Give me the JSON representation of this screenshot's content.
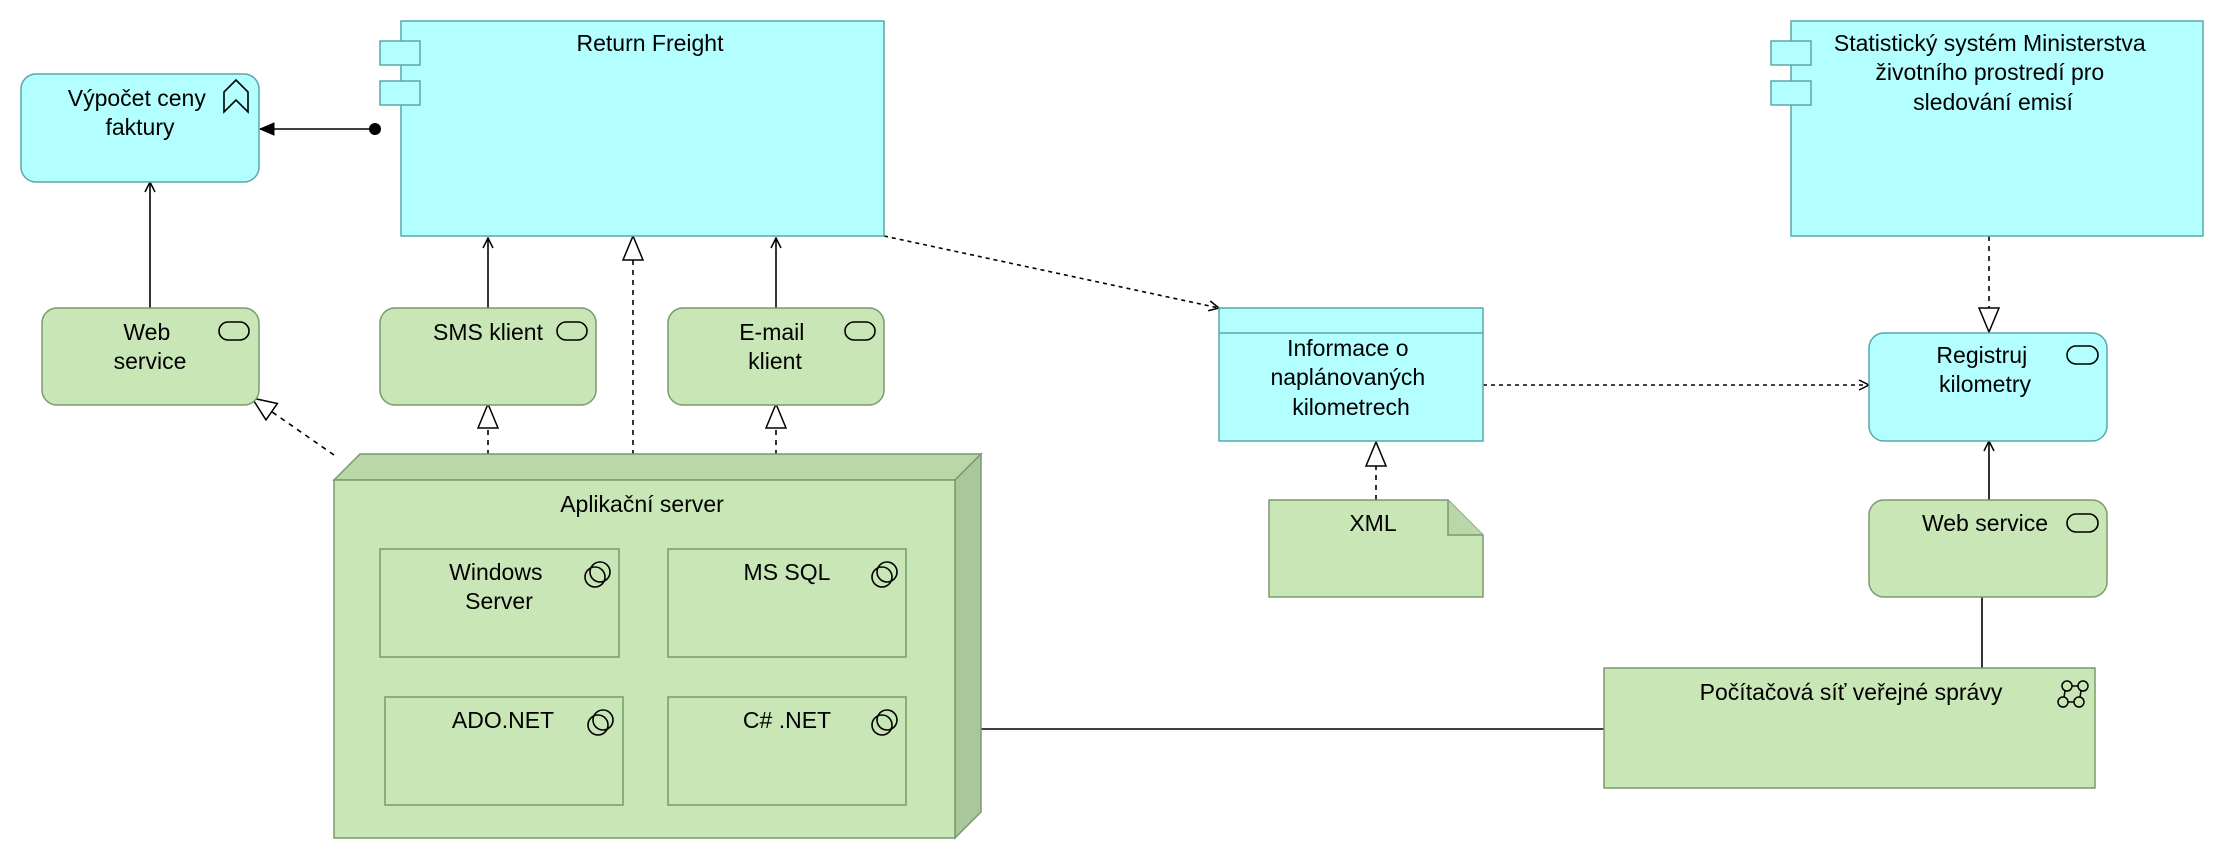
{
  "diagram": {
    "colors": {
      "application": "#b3fefe",
      "application_border": "#5ba7a7",
      "technology": "#c9e6b7",
      "technology_border": "#7a9a6b",
      "node_side": "#a9c79a",
      "node_top": "#b9d7a9",
      "line": "#000000"
    },
    "elements": {
      "invoice_service": {
        "label_lines": [
          "Výpočet ceny",
          "faktury"
        ],
        "icon": "application-function-icon"
      },
      "return_freight": {
        "label_lines": [
          "Return Freight"
        ],
        "icon": "application-component-icon"
      },
      "stat_system": {
        "label_lines": [
          "Statistický systém Ministerstva",
          "životního prostredí pro",
          "sledování emisí"
        ],
        "icon": "application-component-icon"
      },
      "web_service_left": {
        "label_lines": [
          "Web",
          "service"
        ],
        "icon": "interface-icon"
      },
      "sms_client": {
        "label_lines": [
          "SMS klient"
        ],
        "icon": "interface-icon"
      },
      "email_client": {
        "label_lines": [
          "E-mail",
          "klient"
        ],
        "icon": "interface-icon"
      },
      "data_object": {
        "label_lines": [
          "Informace o",
          "naplánovaných",
          "kilometrech"
        ]
      },
      "register_km": {
        "label_lines": [
          "Registruj",
          "kilometry"
        ],
        "icon": "service-icon"
      },
      "xml_artifact": {
        "label_lines": [
          "XML"
        ],
        "icon": "artifact-icon"
      },
      "web_service_right": {
        "label_lines": [
          "Web service"
        ],
        "icon": "interface-icon"
      },
      "app_server": {
        "label_lines": [
          "Aplikační server"
        ],
        "icon": "node-icon"
      },
      "windows_server": {
        "label_lines": [
          "Windows",
          "Server"
        ],
        "icon": "system-software-icon"
      },
      "ms_sql": {
        "label_lines": [
          "MS SQL"
        ],
        "icon": "system-software-icon"
      },
      "ado_net": {
        "label_lines": [
          "ADO.NET"
        ],
        "icon": "system-software-icon"
      },
      "csharp_net": {
        "label_lines": [
          "C# .NET"
        ],
        "icon": "system-software-icon"
      },
      "network": {
        "label_lines": [
          "Počítačová síť veřejné správy"
        ],
        "icon": "communication-network-icon"
      }
    }
  }
}
